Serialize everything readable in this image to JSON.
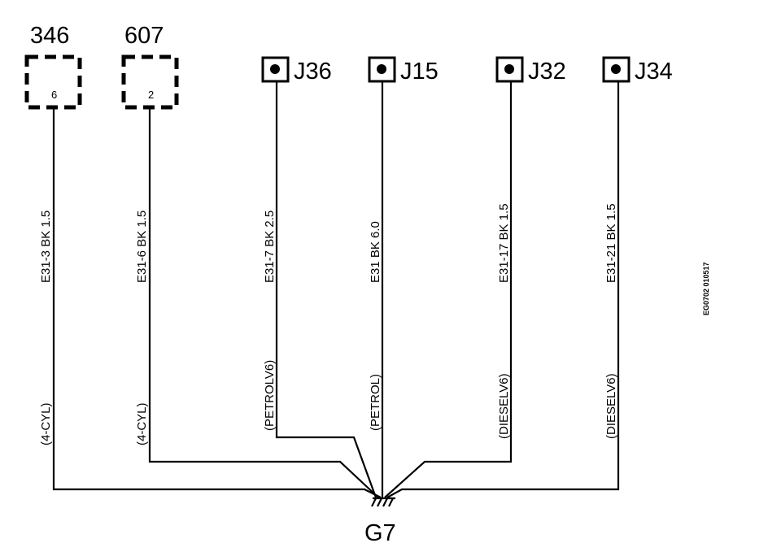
{
  "modules": [
    {
      "id": "346",
      "pin": "6"
    },
    {
      "id": "607",
      "pin": "2"
    }
  ],
  "connectors": [
    {
      "id": "J36"
    },
    {
      "id": "J15"
    },
    {
      "id": "J32"
    },
    {
      "id": "J34"
    }
  ],
  "wires": [
    {
      "label": "E31-3  BK  1.5",
      "variant": "(4-CYL)"
    },
    {
      "label": "E31-6  BK  1.5",
      "variant": "(4-CYL)"
    },
    {
      "label": "E31-7  BK  2.5",
      "variant": "(PETROLV6)"
    },
    {
      "label": "E31  BK  6.0",
      "variant": "(PETROL)"
    },
    {
      "label": "E31-17  BK  1.5",
      "variant": "(DIESELV6)"
    },
    {
      "label": "E31-21  BK  1.5",
      "variant": "(DIESELV6)"
    }
  ],
  "ground": {
    "label": "G7"
  },
  "diagram_code": "EG0702  010517"
}
